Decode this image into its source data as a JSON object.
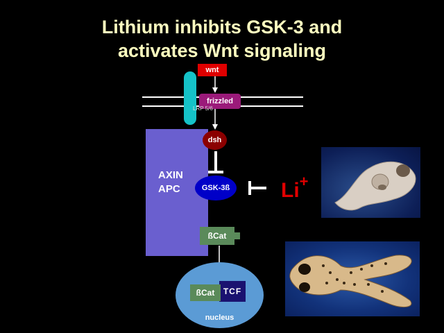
{
  "title": {
    "line1": "Lithium inhibits GSK-3 and",
    "line2": "activates Wnt signaling"
  },
  "diagram": {
    "wnt": "wnt",
    "frizzled": "frizzled",
    "lrp": "LRP 5/6",
    "dsh": "dsh",
    "axin_line1": "AXIN",
    "axin_line2": "APC",
    "gsk": "GSK-3ß",
    "bcat": "ßCat",
    "bcat_nucleus": "ßCat",
    "tcf": "TCF",
    "nucleus": "nucleus",
    "li": "Li",
    "li_charge": "+"
  },
  "colors": {
    "title": "#ffffc0",
    "wnt": "#e00000",
    "frizzled": "#9b1a7a",
    "receptor": "#15c2c8",
    "axin": "#6a5fcf",
    "dsh": "#8b0000",
    "gsk": "#0000c8",
    "bcat": "#5a8a5a",
    "nucleus": "#5b9bd5",
    "tcf": "#1a1270",
    "li": "#e00000"
  }
}
